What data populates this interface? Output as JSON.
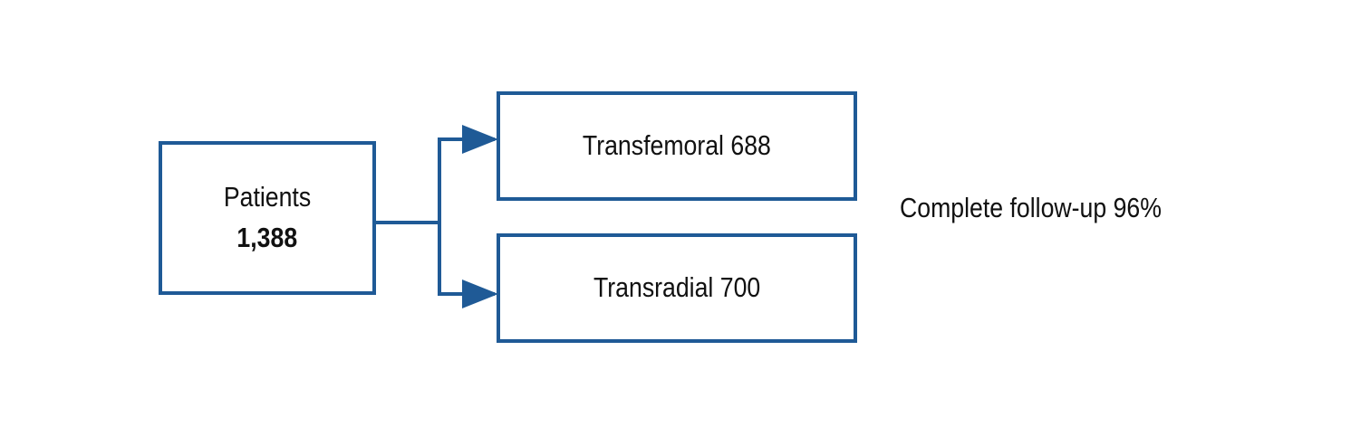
{
  "diagram": {
    "root": {
      "label": "Patients",
      "value": "1,388"
    },
    "branches": [
      {
        "text": "Transfemoral 688"
      },
      {
        "text": "Transradial 700"
      }
    ],
    "note": "Complete follow-up 96%"
  },
  "colors": {
    "box_stroke": "#1f5a96",
    "arrow": "#1f5a96",
    "text": "#111111",
    "background": "#ffffff"
  }
}
